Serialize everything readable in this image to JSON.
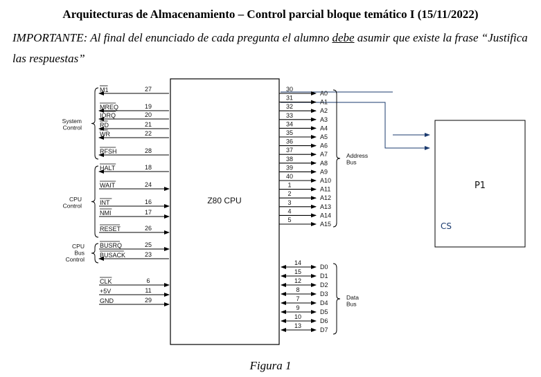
{
  "header": {
    "title": "Arquitecturas de Almacenamiento – Control parcial bloque temático I (15/11/2022)",
    "note_part1": "IMPORTANTE: Al final del enunciado de cada pregunta el alumno ",
    "note_emphasis": "debe",
    "note_part2": " asumir que existe la frase “Justifica las respuestas”"
  },
  "diagram": {
    "cpu_label": "Z80 CPU",
    "p1_label": "P1",
    "cs_label": "CS",
    "groups": {
      "system_control": [
        "System",
        "Control"
      ],
      "cpu_control": [
        "CPU",
        "Control"
      ],
      "cpu_bus_control": [
        "CPU",
        "Bus",
        "Control"
      ],
      "address_bus": [
        "Address",
        "Bus"
      ],
      "data_bus": [
        "Data",
        "Bus"
      ]
    },
    "left_pins": [
      {
        "label": "M1",
        "num": "27",
        "dir": "out",
        "bar": true
      },
      {
        "label": "MREQ",
        "num": "19",
        "dir": "out",
        "bar": true
      },
      {
        "label": "IORQ",
        "num": "20",
        "dir": "out",
        "bar": true
      },
      {
        "label": "RD",
        "num": "21",
        "dir": "out",
        "bar": true
      },
      {
        "label": "WR",
        "num": "22",
        "dir": "out",
        "bar": true
      },
      {
        "label": "RFSH",
        "num": "28",
        "dir": "out",
        "bar": true
      },
      {
        "label": "HALT",
        "num": "18",
        "dir": "out",
        "bar": true
      },
      {
        "label": "WAIT",
        "num": "24",
        "dir": "in",
        "bar": true
      },
      {
        "label": "INT",
        "num": "16",
        "dir": "in",
        "bar": true
      },
      {
        "label": "NMI",
        "num": "17",
        "dir": "in",
        "bar": true
      },
      {
        "label": "RESET",
        "num": "26",
        "dir": "in",
        "bar": true
      },
      {
        "label": "BUSRQ",
        "num": "25",
        "dir": "in",
        "bar": true
      },
      {
        "label": "BUSACK",
        "num": "23",
        "dir": "out",
        "bar": true
      },
      {
        "label": "CLK",
        "num": "6",
        "dir": "in",
        "bar": true
      },
      {
        "label": "+5V",
        "num": "11",
        "dir": "in",
        "bar": false
      },
      {
        "label": "GND",
        "num": "29",
        "dir": "in",
        "bar": false
      }
    ],
    "address_pins": [
      {
        "label": "A0",
        "num": "30"
      },
      {
        "label": "A1",
        "num": "31"
      },
      {
        "label": "A2",
        "num": "32"
      },
      {
        "label": "A3",
        "num": "33"
      },
      {
        "label": "A4",
        "num": "34"
      },
      {
        "label": "A5",
        "num": "35"
      },
      {
        "label": "A6",
        "num": "36"
      },
      {
        "label": "A7",
        "num": "37"
      },
      {
        "label": "A8",
        "num": "38"
      },
      {
        "label": "A9",
        "num": "39"
      },
      {
        "label": "A10",
        "num": "40"
      },
      {
        "label": "A11",
        "num": "1"
      },
      {
        "label": "A12",
        "num": "2"
      },
      {
        "label": "A13",
        "num": "3"
      },
      {
        "label": "A14",
        "num": "4"
      },
      {
        "label": "A15",
        "num": "5"
      }
    ],
    "data_pins": [
      {
        "label": "D0",
        "num": "14"
      },
      {
        "label": "D1",
        "num": "15"
      },
      {
        "label": "D2",
        "num": "12"
      },
      {
        "label": "D3",
        "num": "8"
      },
      {
        "label": "D4",
        "num": "7"
      },
      {
        "label": "D5",
        "num": "9"
      },
      {
        "label": "D6",
        "num": "10"
      },
      {
        "label": "D7",
        "num": "13"
      }
    ]
  },
  "caption": "Figura 1"
}
